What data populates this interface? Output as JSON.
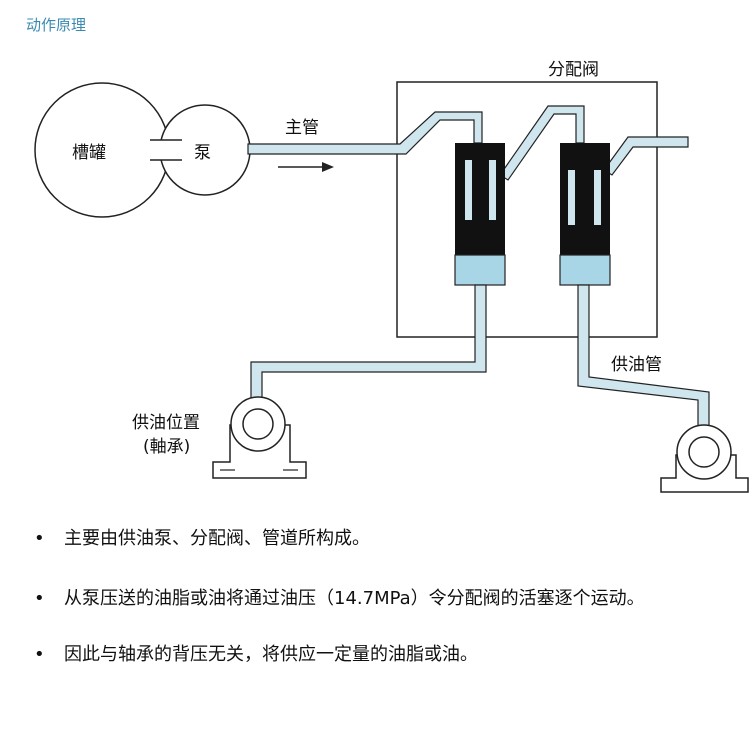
{
  "title": "动作原理",
  "diagram": {
    "tank_label": "槽罐",
    "pump_label": "泵",
    "main_pipe_label": "主管",
    "valve_label": "分配阀",
    "supply_pipe_label": "供油管",
    "supply_position_label": "供油位置",
    "bearing_label": "(軸承)",
    "colors": {
      "pipe_fill": "#cfe6ee",
      "piston_dark": "#111111",
      "oil_chamber": "#a9d6e6"
    }
  },
  "bullets": [
    "主要由供油泵、分配阀、管道所构成。",
    "从泵压送的油脂或油将通过油压（14.7MPa）令分配阀的活塞逐个运动。",
    "因此与轴承的背压无关，将供应一定量的油脂或油。"
  ],
  "bullet_symbol": "•"
}
